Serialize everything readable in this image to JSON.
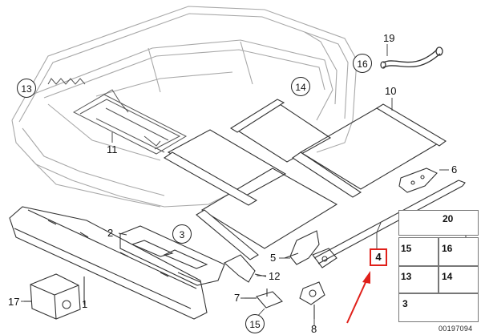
{
  "diagram": {
    "part_numbers": {
      "p1": "1",
      "p2": "2",
      "p3": "3",
      "p4": "4",
      "p5": "5",
      "p6": "6",
      "p7": "7",
      "p8": "8",
      "p10": "10",
      "p11": "11",
      "p12": "12",
      "p13": "13",
      "p14": "14",
      "p15": "15",
      "p16": "16",
      "p17": "17",
      "p19": "19"
    },
    "fastener_panel": {
      "p20": "20",
      "p15": "15",
      "p16": "16",
      "p13": "13",
      "p14": "14",
      "p3": "3"
    },
    "document_number": "00197094",
    "colors": {
      "highlight": "#e0201a",
      "line": "#333333",
      "ghost": "#9a9a9a"
    }
  }
}
